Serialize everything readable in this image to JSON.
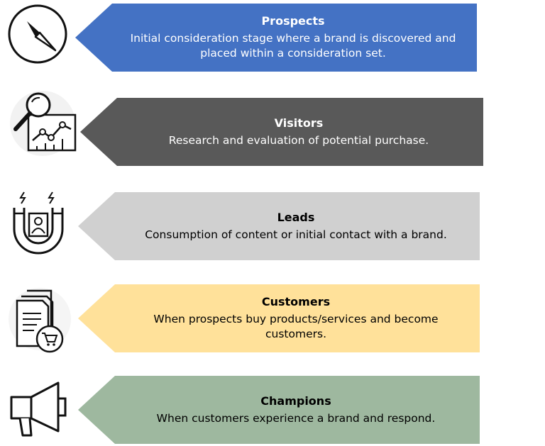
{
  "stages": [
    {
      "title": "Prospects",
      "description": "Initial consideration stage where a brand is discovered and placed within a consideration set.",
      "color": "#4472c4",
      "text_color": "#ffffff",
      "icon": "compass-icon"
    },
    {
      "title": "Visitors",
      "description": "Research and evaluation of potential purchase.",
      "color": "#595959",
      "text_color": "#ffffff",
      "icon": "magnifier-chart-icon"
    },
    {
      "title": "Leads",
      "description": "Consumption of content or initial contact with a brand.",
      "color": "#d0d0d0",
      "text_color": "#000000",
      "icon": "magnet-person-icon"
    },
    {
      "title": "Customers",
      "description": "When prospects buy products/services and become customers.",
      "color": "#ffe19a",
      "text_color": "#000000",
      "icon": "documents-cart-icon"
    },
    {
      "title": "Champions",
      "description": "When customers experience a brand and respond.",
      "color": "#9eb89f",
      "text_color": "#000000",
      "icon": "megaphone-icon"
    }
  ]
}
